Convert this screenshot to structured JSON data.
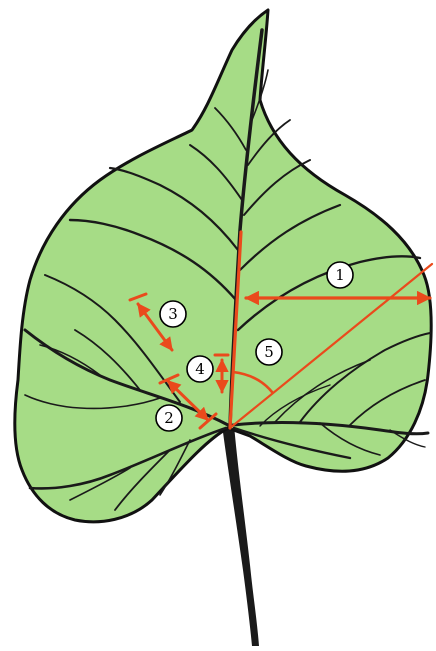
{
  "colors": {
    "leaf_fill": "#a6dc86",
    "leaf_outline": "#111111",
    "vein": "#1a1a1a",
    "stem": "#1a1a1a",
    "measure": "#ea4a1c",
    "label_fill": "#ffffff"
  },
  "labels": {
    "m1": "1",
    "m2": "2",
    "m3": "3",
    "m4": "4",
    "m5": "5"
  }
}
